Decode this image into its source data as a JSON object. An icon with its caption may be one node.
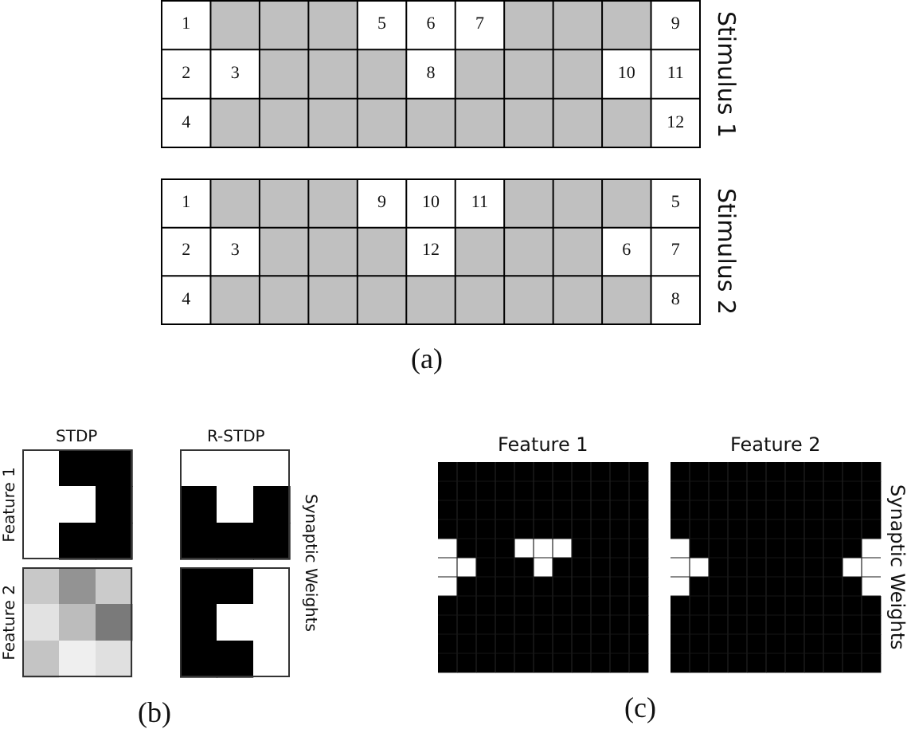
{
  "diagram": {
    "labels": [
      "1",
      "5",
      "6",
      "7",
      "9",
      "2",
      "3",
      "8",
      "10",
      "11",
      "4",
      "12",
      "Stimulus 1",
      "1",
      "9",
      "10",
      "11",
      "5",
      "2",
      "3",
      "12",
      "6",
      "7",
      "4",
      "8",
      "Stimulus 2",
      "(a)",
      "STDP",
      "R-STDP",
      "Feature 1",
      "Synaptic Weights",
      "Feature 2",
      "(b)",
      "Feature 1",
      "Feature 2",
      "Synaptic Weights",
      "(c)"
    ]
  }
}
